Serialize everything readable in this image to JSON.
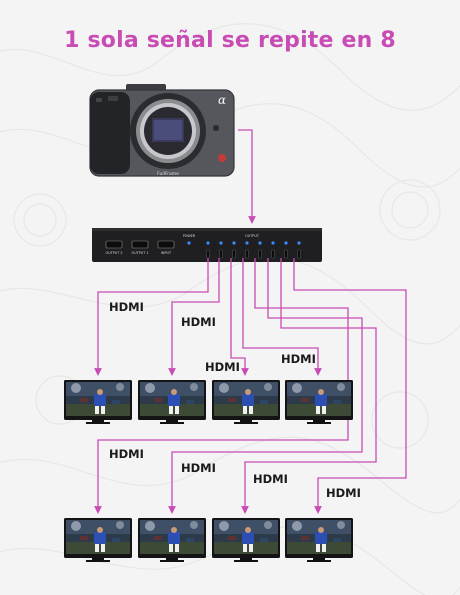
{
  "title": "1 sola señal se repite en 8",
  "camera": {
    "brand_mark": "α",
    "model_text": "FullFrame"
  },
  "splitter": {
    "power_label": "POWER",
    "output_label": "OUTPUT",
    "ports": [
      "OUTPUT 2",
      "OUTPUT 1",
      "INPUT"
    ]
  },
  "connection_label": "HDMI",
  "hdmi_labels": [
    "HDMI",
    "HDMI",
    "HDMI",
    "HDMI",
    "HDMI",
    "HDMI",
    "HDMI",
    "HDMI"
  ],
  "colors": {
    "accent": "#c84cb4",
    "wire": "#c84cb4",
    "device": "#1e1e1e",
    "led": "#3a8cff"
  },
  "icons": [
    "camera-icon",
    "hdmi-splitter-icon",
    "monitor-icon"
  ]
}
